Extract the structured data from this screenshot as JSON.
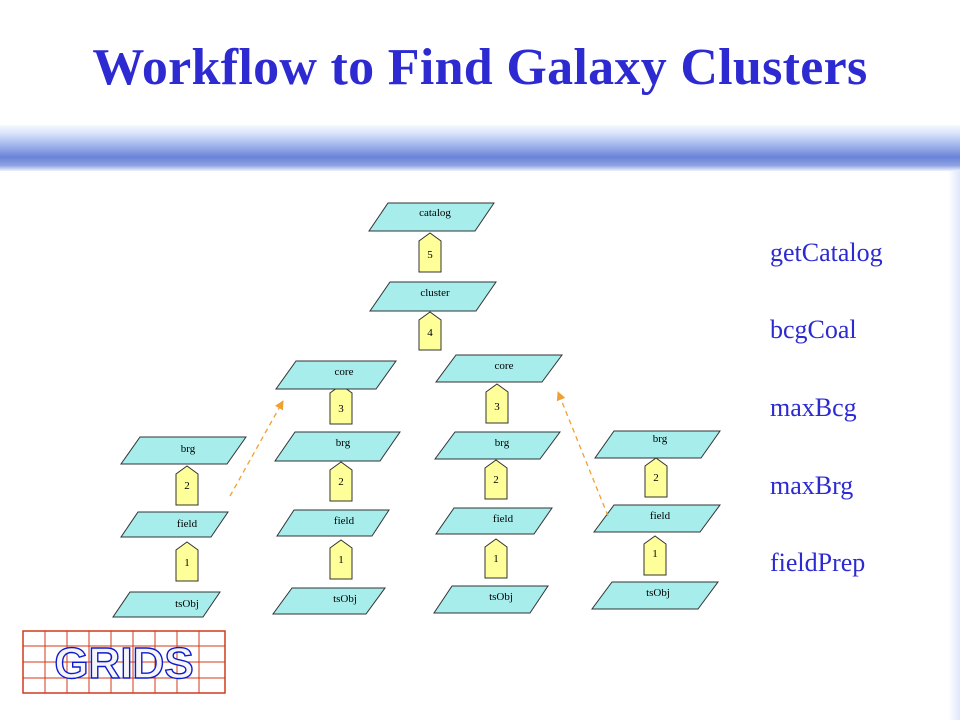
{
  "title": "Workflow to Find Galaxy Clusters",
  "colors": {
    "title": "#2d2ad2",
    "parallelogram_fill": "#a6edec",
    "arrow_box_fill": "#ffff99",
    "dashed_arrow": "#f0a030",
    "logo_grid": "#d13a1a",
    "logo_text_outline": "#0c1bd2"
  },
  "diagram": {
    "nodes": {
      "catalog": "catalog",
      "cluster": "cluster",
      "core_left": "core",
      "core_right": "core",
      "brg_1": "brg",
      "brg_2": "brg",
      "brg_3": "brg",
      "brg_4": "brg",
      "field_1": "field",
      "field_2": "field",
      "field_3": "field",
      "field_4": "field",
      "tsobj_1": "tsObj",
      "tsobj_2": "tsObj",
      "tsobj_3": "tsObj",
      "tsobj_4": "tsObj"
    },
    "steps": {
      "s5": "5",
      "s4": "4",
      "s3_left": "3",
      "s3_right": "3",
      "s2_1": "2",
      "s2_2": "2",
      "s2_3": "2",
      "s2_4": "2",
      "s1_1": "1",
      "s1_2": "1",
      "s1_3": "1",
      "s1_4": "1"
    }
  },
  "legend": [
    "getCatalog",
    "bcgCoal",
    "maxBcg",
    "maxBrg",
    "fieldPrep"
  ],
  "logo": {
    "text": "GRIDS"
  }
}
